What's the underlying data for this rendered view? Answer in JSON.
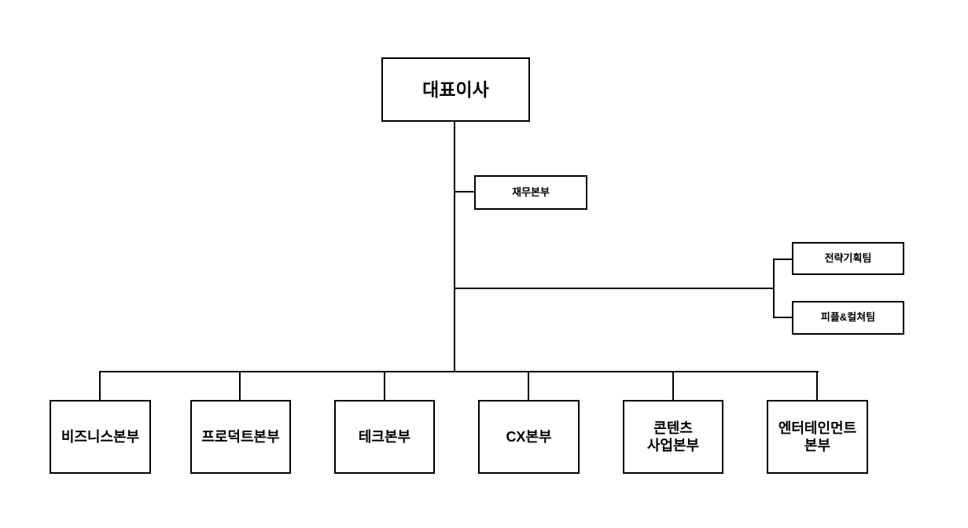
{
  "diagram": {
    "type": "org-chart",
    "root": {
      "label": "대표이사"
    },
    "staff": [
      {
        "label": "재무본부",
        "parent": "대표이사"
      },
      {
        "label": "전략기획팀",
        "parent": "대표이사"
      },
      {
        "label": "피플&컬쳐팀",
        "parent": "대표이사"
      }
    ],
    "divisions": [
      {
        "label": "비즈니스본부",
        "parent": "대표이사"
      },
      {
        "label": "프로덕트본부",
        "parent": "대표이사"
      },
      {
        "label": "테크본부",
        "parent": "대표이사"
      },
      {
        "label": "CX본부",
        "parent": "대표이사"
      },
      {
        "label": "콘텐츠\n사업본부",
        "parent": "대표이사"
      },
      {
        "label": "엔터테인먼트\n본부",
        "parent": "대표이사"
      }
    ],
    "colors": {
      "background": "#ffffff",
      "box_fill": "#ffffff",
      "box_border": "#000000",
      "line": "#000000",
      "text": "#000000"
    }
  }
}
